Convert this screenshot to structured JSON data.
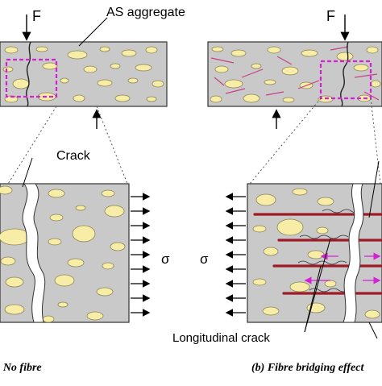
{
  "labels": {
    "force_left": "F",
    "force_right": "F",
    "aggregate": "AS aggregate",
    "crack": "Crack",
    "sigma_left": "σ",
    "sigma_right": "σ",
    "longitudinal_crack": "Longitudinal crack",
    "caption_a": "(a) No fibre",
    "caption_b": "(b) Fibre bridging effect"
  },
  "colors": {
    "matrix": "#c9c9c9",
    "aggregate": "#f7eda6",
    "aggregate_stroke": "#8a8455",
    "fibre": "#9c1b26",
    "fibre_small": "#c8408a",
    "zoom_box": "#d321d3",
    "bridging_arrows": "#d321d3",
    "crack": "#ffffff"
  }
}
